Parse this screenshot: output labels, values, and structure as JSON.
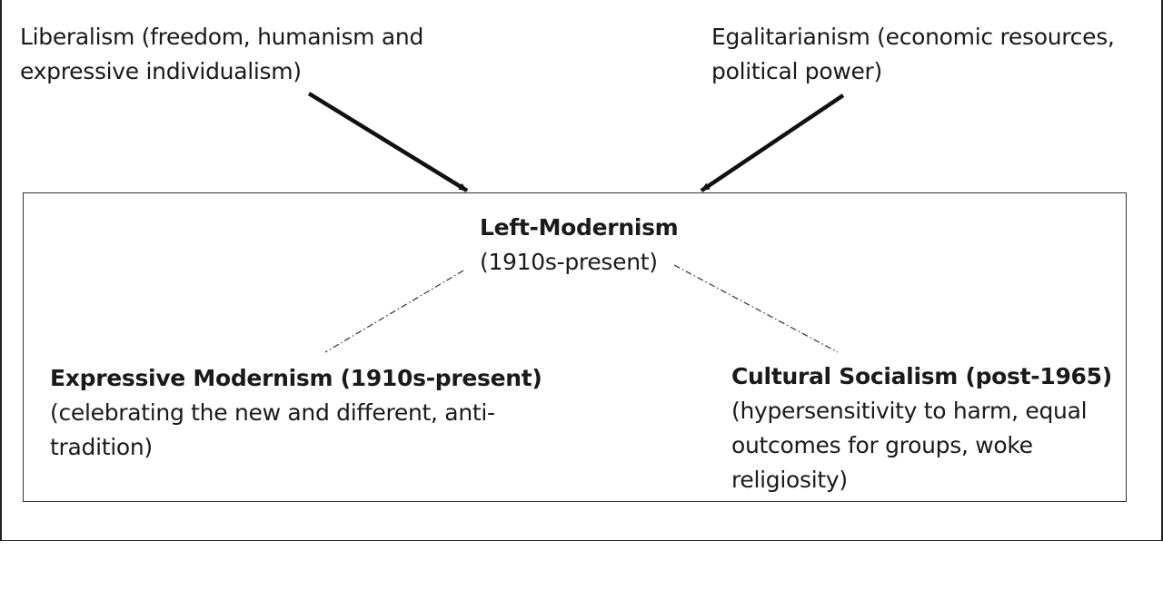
{
  "source_left": {
    "line1": "Liberalism (freedom, humanism and",
    "line2": "expressive individualism)"
  },
  "source_right": {
    "line1": "Egalitarianism (economic resources,",
    "line2": "political power)"
  },
  "center": {
    "title": "Left-Modernism",
    "subtitle": "(1910s-present)"
  },
  "branch_left": {
    "title": "Expressive Modernism (1910s-present)",
    "line1": "(celebrating the new and different, anti-",
    "line2": "tradition)"
  },
  "branch_right": {
    "title": "Cultural Socialism (post-1965)",
    "line1": "(hypersensitivity to harm, equal",
    "line2": "outcomes for groups, woke",
    "line3": "religiosity)"
  }
}
